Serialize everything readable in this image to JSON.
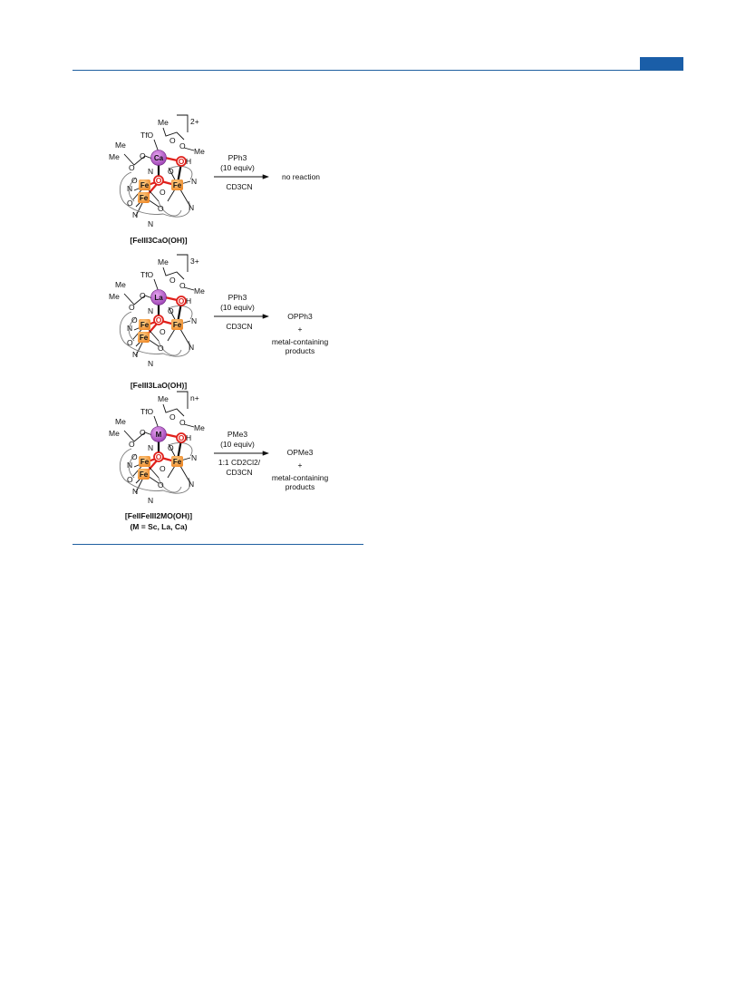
{
  "colors": {
    "header_rule": "#1f5fa0",
    "header_tab": "#1a5ea8",
    "fe_atom": "#f5a04a",
    "metal_atom": "#b44ac8",
    "oxygen_highlight": "#e0201b"
  },
  "rows": [
    {
      "metal": "Ca",
      "charge": "2+",
      "compound_label": "[FeIII3CaO(OH)]",
      "reagent_line1": "PPh3",
      "reagent_line2": "(10 equiv)",
      "solvent_line1": "CD3CN",
      "solvent_line2": "",
      "product_main": "no reaction",
      "product_plus": "",
      "product_line2": "",
      "product_line3": ""
    },
    {
      "metal": "La",
      "charge": "3+",
      "compound_label": "[FeIII3LaO(OH)]",
      "reagent_line1": "PPh3",
      "reagent_line2": "(10 equiv)",
      "solvent_line1": "CD3CN",
      "solvent_line2": "",
      "product_main": "OPPh3",
      "product_plus": "+",
      "product_line2": "metal-containing",
      "product_line3": "products"
    },
    {
      "metal": "M",
      "charge": "n+",
      "compound_label": "[FeIIFeIII2MO(OH)]",
      "compound_sublabel": "(M = Sc, La, Ca)",
      "reagent_line1": "PMe3",
      "reagent_line2": "(10 equiv)",
      "solvent_line1": "1:1 CD2Cl2/",
      "solvent_line2": "CD3CN",
      "product_main": "OPMe3",
      "product_plus": "+",
      "product_line2": "metal-containing",
      "product_line3": "products"
    }
  ],
  "atoms": {
    "fe": "Fe",
    "oxo": "O",
    "hydroxo_o": "O",
    "hydroxo_h": "H",
    "o": "O",
    "n": "N",
    "me": "Me",
    "otf": "TfO"
  }
}
